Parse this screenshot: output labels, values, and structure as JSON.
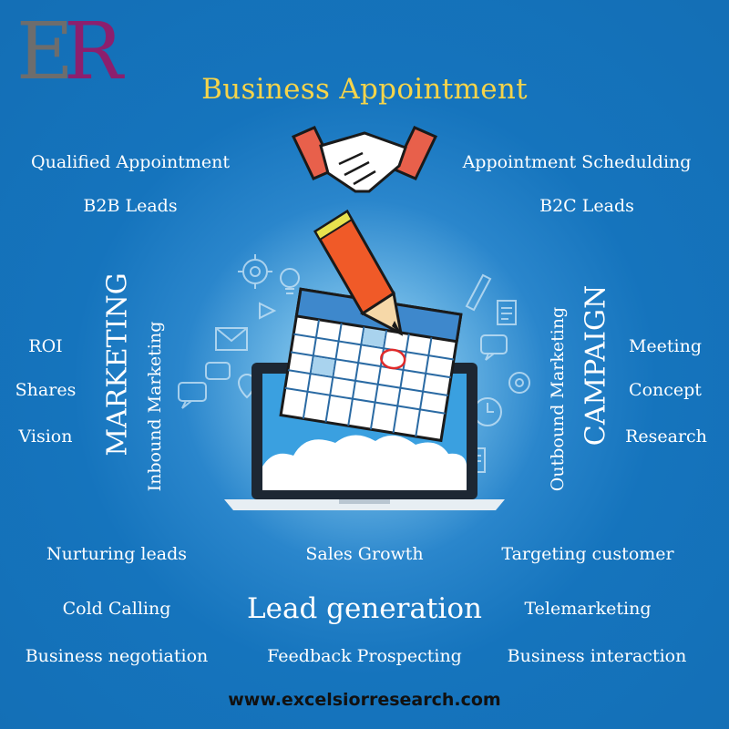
{
  "logo": {
    "letter_e": "E",
    "letter_r": "R"
  },
  "title": "Business Appointment",
  "keywords": {
    "qualified_appointment": "Qualified Appointment",
    "appointment_scheduling": "Appointment Schedulding",
    "b2b_leads": "B2B Leads",
    "b2c_leads": "B2C Leads",
    "roi": "ROI",
    "shares": "Shares",
    "vision": "Vision",
    "meeting": "Meeting",
    "concept": "Concept",
    "research": "Research",
    "nurturing_leads": "Nurturing leads",
    "sales_growth": "Sales Growth",
    "targeting_customer": "Targeting customer",
    "cold_calling": "Cold Calling",
    "lead_generation": "Lead generation",
    "telemarketing": "Telemarketing",
    "business_negotiation": "Business negotiation",
    "feedback_prospecting": "Feedback Prospecting",
    "business_interaction": "Business interaction"
  },
  "vertical": {
    "marketing": "MARKETING",
    "inbound_marketing": "Inbound Marketing",
    "outbound_marketing": "Outbound Marketing",
    "campaign": "CAMPAIGN"
  },
  "footer": {
    "url": "www.excelsiorresearch.com"
  },
  "colors": {
    "background": "#146fb6",
    "title": "#f6d44a",
    "logo_e": "#6d6d6d",
    "logo_r": "#8c1f6e",
    "text": "#ffffff"
  },
  "icons": [
    "handshake-icon",
    "pencil-icon",
    "calendar-icon",
    "laptop-icon",
    "gear-icon",
    "envelope-icon",
    "chat-bubble-icon",
    "lightbulb-icon",
    "clock-icon",
    "document-icon",
    "location-pin-icon"
  ]
}
